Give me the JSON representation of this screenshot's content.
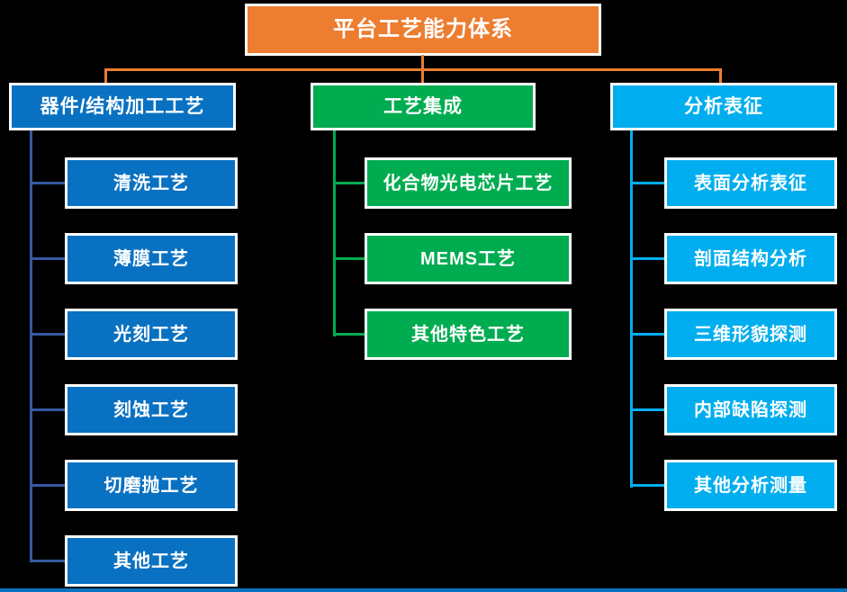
{
  "root": {
    "label": "平台工艺能力体系"
  },
  "colors": {
    "background": "#000000",
    "root_orange": "#ED7D31",
    "branch_blue": "#0971C1",
    "branch_green": "#00AC50",
    "branch_cyan": "#00AEEF",
    "connector_dark_blue": "#3558A2",
    "box_border": "#FFFFFF"
  },
  "branches": [
    {
      "label": "器件/结构加工工艺",
      "color": "#0971C1",
      "connector_color": "#3558A2",
      "children": [
        "清洗工艺",
        "薄膜工艺",
        "光刻工艺",
        "刻蚀工艺",
        "切磨抛工艺",
        "其他工艺"
      ]
    },
    {
      "label": "工艺集成",
      "color": "#00AC50",
      "connector_color": "#00AC50",
      "children": [
        "化合物光电芯片工艺",
        "MEMS工艺",
        "其他特色工艺"
      ]
    },
    {
      "label": "分析表征",
      "color": "#00AEEF",
      "connector_color": "#00AEEF",
      "children": [
        "表面分析表征",
        "剖面结构分析",
        "三维形貌探测",
        "内部缺陷探测",
        "其他分析测量"
      ]
    }
  ]
}
